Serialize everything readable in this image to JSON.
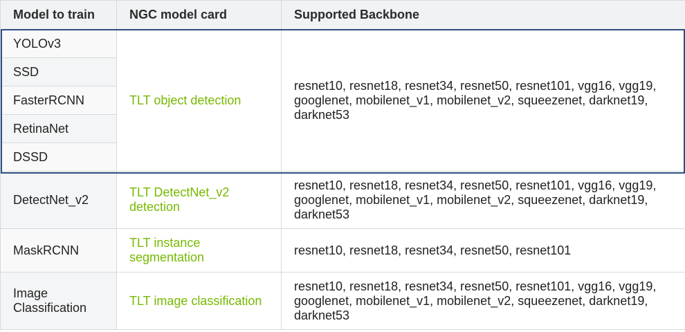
{
  "headers": {
    "model": "Model to train",
    "card": "NGC model card",
    "backbone": "Supported Backbone"
  },
  "group_object_detection": {
    "models": [
      "YOLOv3",
      "SSD",
      "FasterRCNN",
      "RetinaNet",
      "DSSD"
    ],
    "card": "TLT object detection",
    "backbone": "resnet10, resnet18, resnet34, resnet50, resnet101, vgg16, vgg19, googlenet, mobilenet_v1, mobilenet_v2, squeezenet, darknet19, darknet53"
  },
  "rows": [
    {
      "model": "DetectNet_v2",
      "card": "TLT DetectNet_v2 detection",
      "backbone": "resnet10, resnet18, resnet34, resnet50, resnet101, vgg16, vgg19, googlenet, mobilenet_v1, mobilenet_v2, squeezenet, darknet19, darknet53"
    },
    {
      "model": "MaskRCNN",
      "card": "TLT instance segmentation",
      "backbone": "resnet10, resnet18, resnet34, resnet50, resnet101"
    },
    {
      "model": "Image Classification",
      "card": "TLT image classification",
      "backbone": "resnet10, resnet18, resnet34, resnet50, resnet101, vgg16, vgg19, googlenet, mobilenet_v1, mobilenet_v2, squeezenet, darknet19, darknet53"
    }
  ],
  "colors": {
    "link_green": "#76b900",
    "highlight_border": "#2e4e7e",
    "header_bg": "#f0f2f4",
    "grid_line": "#d6dadd"
  }
}
